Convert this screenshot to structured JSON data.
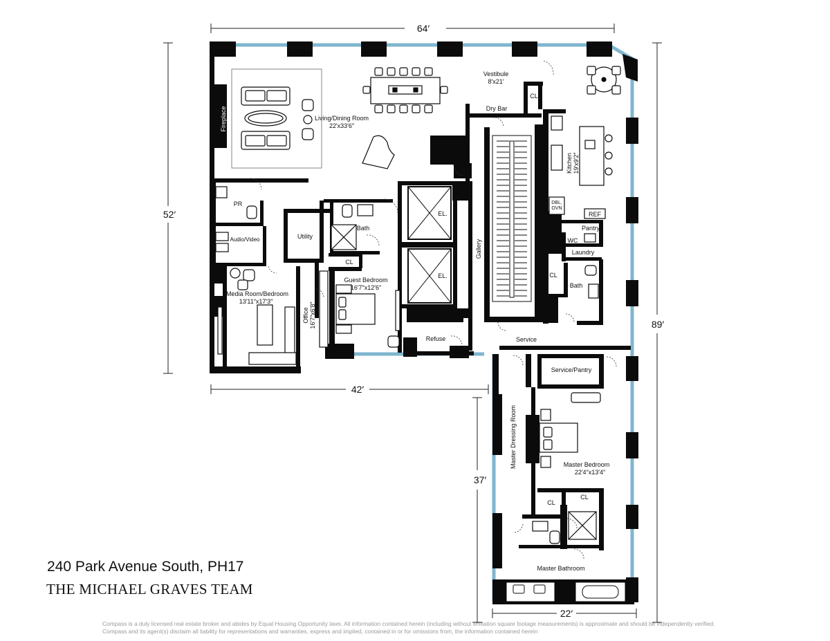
{
  "dimensions": {
    "top_width": "64′",
    "left_height": "52′",
    "right_height": "89′",
    "mid_width": "42′",
    "lower_left_height": "37′",
    "bottom_width": "22′"
  },
  "rooms": {
    "living_dining": "Living/Dining Room",
    "living_dining_size": "22′x33′6″",
    "fireplace": "Fireplace",
    "vestibule": "Vestibule",
    "vestibule_size": "8′x21′",
    "closet": "CL",
    "dry_bar": "Dry Bar",
    "kitchen": "Kitchen",
    "kitchen_size": "19′x9′2″",
    "double_oven_1": "DBL.",
    "double_oven_2": "OVN",
    "refrigerator": "REF",
    "pantry": "Pantry",
    "wc": "WC",
    "laundry": "Laundry",
    "bath": "Bath",
    "powder_room": "PR",
    "audio_video": "Audio/Video",
    "utility": "Utility",
    "elevator": "EL.",
    "gallery": "Gallery",
    "guest_bedroom": "Guest Bedroom",
    "guest_bedroom_size": "16′7″x12′6″",
    "media_room": "Media Room/Bedroom",
    "media_room_size": "13′11″x17′3″",
    "office": "Office",
    "office_size": "16′7″x6′8″",
    "refuse": "Refuse",
    "service": "Service",
    "service_pantry": "Service/Pantry",
    "master_dressing": "Master Dressing Room",
    "master_bedroom": "Master Bedroom",
    "master_bedroom_size": "22′4″x13′4″",
    "master_bathroom": "Master Bathroom"
  },
  "footer": {
    "address": "240 Park Avenue South, PH17",
    "team": "THE MICHAEL GRAVES TEAM",
    "disclaimer": "Compass is a duly licensed real estate broker and abides by Equal Housing Opportunity laws.  All information contained herein (including without limitation square footage measurements) is approximate and should be independently verified. Compass and its agent(s) disclaim all liability for representations and warranties, express and implied, contained in or for omissions from, the information contained herein"
  },
  "colors": {
    "wall": "#0b0b0b",
    "window": "#7fb6cf",
    "floor": "#ffffff",
    "text": "#111111",
    "disclaimer": "#9a9a9a"
  }
}
